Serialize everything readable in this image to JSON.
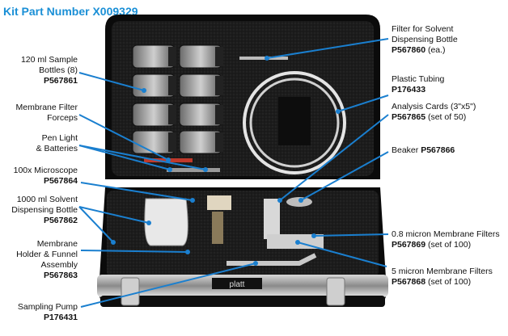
{
  "title": "Kit Part Number X009329",
  "brand": "platt",
  "colors": {
    "title": "#1a8fd6",
    "leader": "#1a7fcf",
    "foam": "#1b1b1b",
    "case": "#0d0d0d"
  },
  "left_labels": [
    {
      "lines": [
        "120 ml Sample",
        "Bottles (8)"
      ],
      "part": "P567861"
    },
    {
      "lines": [
        "Membrane Filter",
        "Forceps"
      ],
      "part": ""
    },
    {
      "lines": [
        "Pen Light",
        "& Batteries"
      ],
      "part": ""
    },
    {
      "lines": [
        "100x Microscope"
      ],
      "part": "P567864"
    },
    {
      "lines": [
        "1000 ml Solvent",
        "Dispensing Bottle"
      ],
      "part": "P567862"
    },
    {
      "lines": [
        "Membrane",
        "Holder & Funnel",
        "Assembly"
      ],
      "part": "P567863"
    },
    {
      "lines": [
        "Sampling Pump"
      ],
      "part": "P176431"
    }
  ],
  "right_labels": [
    {
      "lines": [
        "Filter for Solvent",
        "Dispensing Bottle"
      ],
      "part": "P567860",
      "suffix": " (ea.)"
    },
    {
      "lines": [
        "Plastic Tubing"
      ],
      "part": "P176433",
      "suffix": ""
    },
    {
      "lines": [
        "Analysis Cards (3\"x5\")"
      ],
      "part": "P567865",
      "suffix": " (set of 50)"
    },
    {
      "lines": [],
      "inline": "Beaker",
      "part": "P567866",
      "suffix": ""
    },
    {
      "lines": [
        "0.8 micron Membrane Filters"
      ],
      "part": "P567869",
      "suffix": " (set of 100)"
    },
    {
      "lines": [
        "5 micron Membrane Filters"
      ],
      "part": "P567868",
      "suffix": " (set of 100)"
    }
  ]
}
